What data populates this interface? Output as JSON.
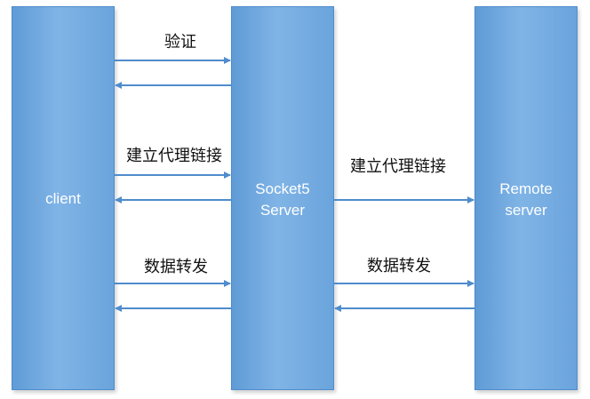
{
  "nodes": {
    "client": "client",
    "socket_server": "Socket5\nServer",
    "remote_server": "Remote\nserver"
  },
  "edges": {
    "auth": "验证",
    "establish_left": "建立代理链接",
    "establish_right": "建立代理链接",
    "forward_left": "数据转发",
    "forward_right": "数据转发"
  },
  "colors": {
    "column_fill": "#6aa4dc",
    "arrow": "#4f8ccc"
  }
}
